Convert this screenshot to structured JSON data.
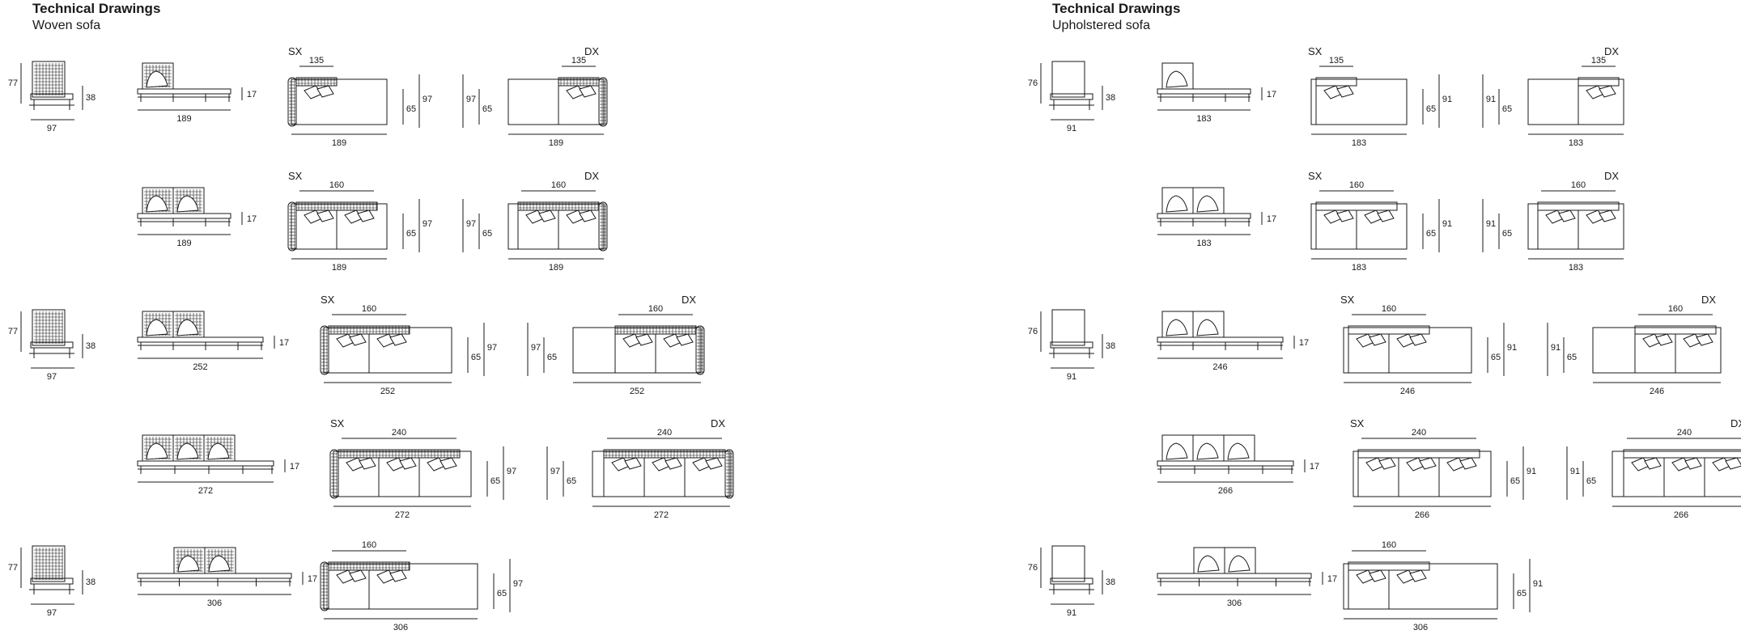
{
  "left": {
    "title": "Technical Drawings",
    "subtitle": "Woven sofa",
    "rows": [
      {
        "chair": {
          "h": "77",
          "seat": "38",
          "w": "97"
        },
        "side": {
          "w": "189",
          "h": "17"
        },
        "sx": {
          "label": "SX",
          "top": "135",
          "w": "189",
          "d": "65",
          "h": "97"
        },
        "dx": {
          "label": "DX",
          "top": "135",
          "w": "189",
          "d": "65",
          "h": "97"
        }
      },
      {
        "side": {
          "w": "189",
          "h": "17"
        },
        "sx": {
          "label": "SX",
          "top": "160",
          "w": "189",
          "d": "65",
          "h": "97"
        },
        "dx": {
          "label": "DX",
          "top": "160",
          "w": "189",
          "d": "65",
          "h": "97"
        }
      },
      {
        "chair": {
          "h": "77",
          "seat": "38",
          "w": "97"
        },
        "side": {
          "w": "252",
          "h": "17"
        },
        "sx": {
          "label": "SX",
          "top": "160",
          "w": "252",
          "d": "65",
          "h": "97"
        },
        "dx": {
          "label": "DX",
          "top": "160",
          "w": "252",
          "d": "65",
          "h": "97"
        }
      },
      {
        "side": {
          "w": "272",
          "h": "17"
        },
        "sx": {
          "label": "SX",
          "top": "240",
          "w": "272",
          "d": "65",
          "h": "97"
        },
        "dx": {
          "label": "DX",
          "top": "240",
          "w": "272",
          "d": "65",
          "h": "97"
        }
      },
      {
        "chair": {
          "h": "77",
          "seat": "38",
          "w": "97"
        },
        "side": {
          "w": "306",
          "h": "17"
        },
        "sx": {
          "label": "",
          "top": "160",
          "w": "306",
          "d": "65",
          "h": "97"
        }
      }
    ]
  },
  "right": {
    "title": "Technical Drawings",
    "subtitle": "Upholstered sofa",
    "rows": [
      {
        "chair": {
          "h": "76",
          "seat": "38",
          "w": "91"
        },
        "side": {
          "w": "183",
          "h": "17"
        },
        "sx": {
          "label": "SX",
          "top": "135",
          "w": "183",
          "d": "65",
          "h": "91"
        },
        "dx": {
          "label": "DX",
          "top": "135",
          "w": "183",
          "d": "65",
          "h": "91"
        }
      },
      {
        "side": {
          "w": "183",
          "h": "17"
        },
        "sx": {
          "label": "SX",
          "top": "160",
          "w": "183",
          "d": "65",
          "h": "91"
        },
        "dx": {
          "label": "DX",
          "top": "160",
          "w": "183",
          "d": "65",
          "h": "91"
        }
      },
      {
        "chair": {
          "h": "76",
          "seat": "38",
          "w": "91"
        },
        "side": {
          "w": "246",
          "h": "17"
        },
        "sx": {
          "label": "SX",
          "top": "160",
          "w": "246",
          "d": "65",
          "h": "91"
        },
        "dx": {
          "label": "DX",
          "top": "160",
          "w": "246",
          "d": "65",
          "h": "91"
        }
      },
      {
        "side": {
          "w": "266",
          "h": "17"
        },
        "sx": {
          "label": "SX",
          "top": "240",
          "w": "266",
          "d": "65",
          "h": "91"
        },
        "dx": {
          "label": "DX",
          "top": "240",
          "w": "266",
          "d": "65",
          "h": "91"
        }
      },
      {
        "chair": {
          "h": "76",
          "seat": "38",
          "w": "91"
        },
        "side": {
          "w": "306",
          "h": "17"
        },
        "sx": {
          "label": "",
          "top": "160",
          "w": "306",
          "d": "65",
          "h": "91"
        }
      }
    ]
  },
  "colors": {
    "ink": "#1a1a1a",
    "woven": "#3a3a3a"
  }
}
